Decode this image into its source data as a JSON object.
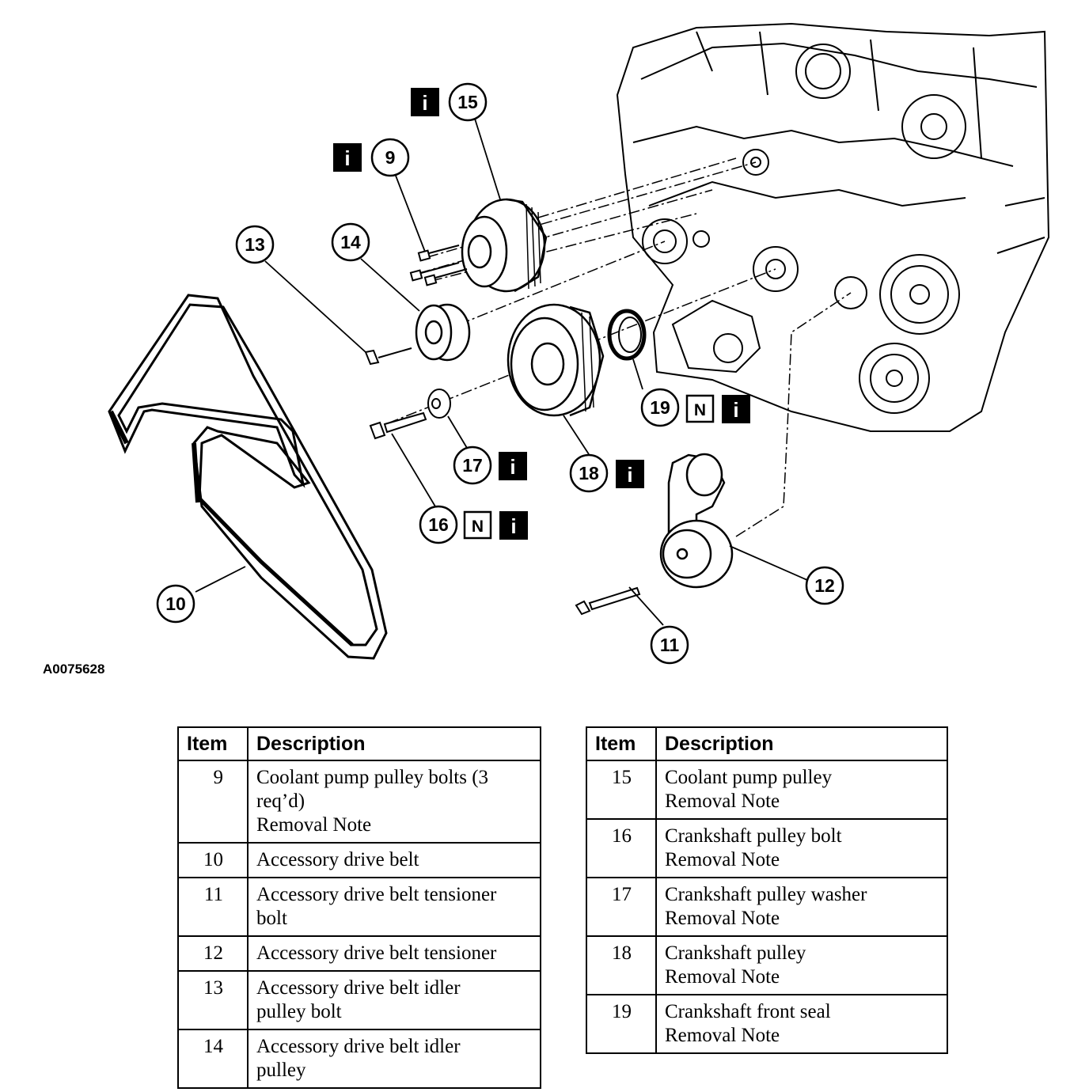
{
  "figure_id": "A0075628",
  "icon_glyphs": {
    "info": "i",
    "new": "N"
  },
  "callouts": [
    {
      "label": "15"
    },
    {
      "label": "9"
    },
    {
      "label": "13"
    },
    {
      "label": "14"
    },
    {
      "label": "19"
    },
    {
      "label": "17"
    },
    {
      "label": "18"
    },
    {
      "label": "16"
    },
    {
      "label": "12"
    },
    {
      "label": "10"
    },
    {
      "label": "11"
    }
  ],
  "table_headers": {
    "item": "Item",
    "description": "Description"
  },
  "table_left": [
    {
      "item": "9",
      "lines": [
        "Coolant pump pulley bolts (3",
        "req’d)",
        "Removal Note"
      ]
    },
    {
      "item": "10",
      "lines": [
        "Accessory drive belt"
      ]
    },
    {
      "item": "11",
      "lines": [
        "Accessory drive belt tensioner",
        "bolt"
      ]
    },
    {
      "item": "12",
      "lines": [
        "Accessory drive belt tensioner"
      ]
    },
    {
      "item": "13",
      "lines": [
        "Accessory drive belt idler",
        "pulley bolt"
      ]
    },
    {
      "item": "14",
      "lines": [
        "Accessory drive belt idler",
        "pulley"
      ]
    }
  ],
  "table_right": [
    {
      "item": "15",
      "lines": [
        "Coolant pump pulley",
        "Removal Note"
      ]
    },
    {
      "item": "16",
      "lines": [
        "Crankshaft pulley bolt",
        "Removal Note"
      ]
    },
    {
      "item": "17",
      "lines": [
        "Crankshaft pulley washer",
        "Removal Note"
      ]
    },
    {
      "item": "18",
      "lines": [
        "Crankshaft pulley",
        "Removal Note"
      ]
    },
    {
      "item": "19",
      "lines": [
        "Crankshaft front seal",
        "Removal Note"
      ]
    }
  ]
}
